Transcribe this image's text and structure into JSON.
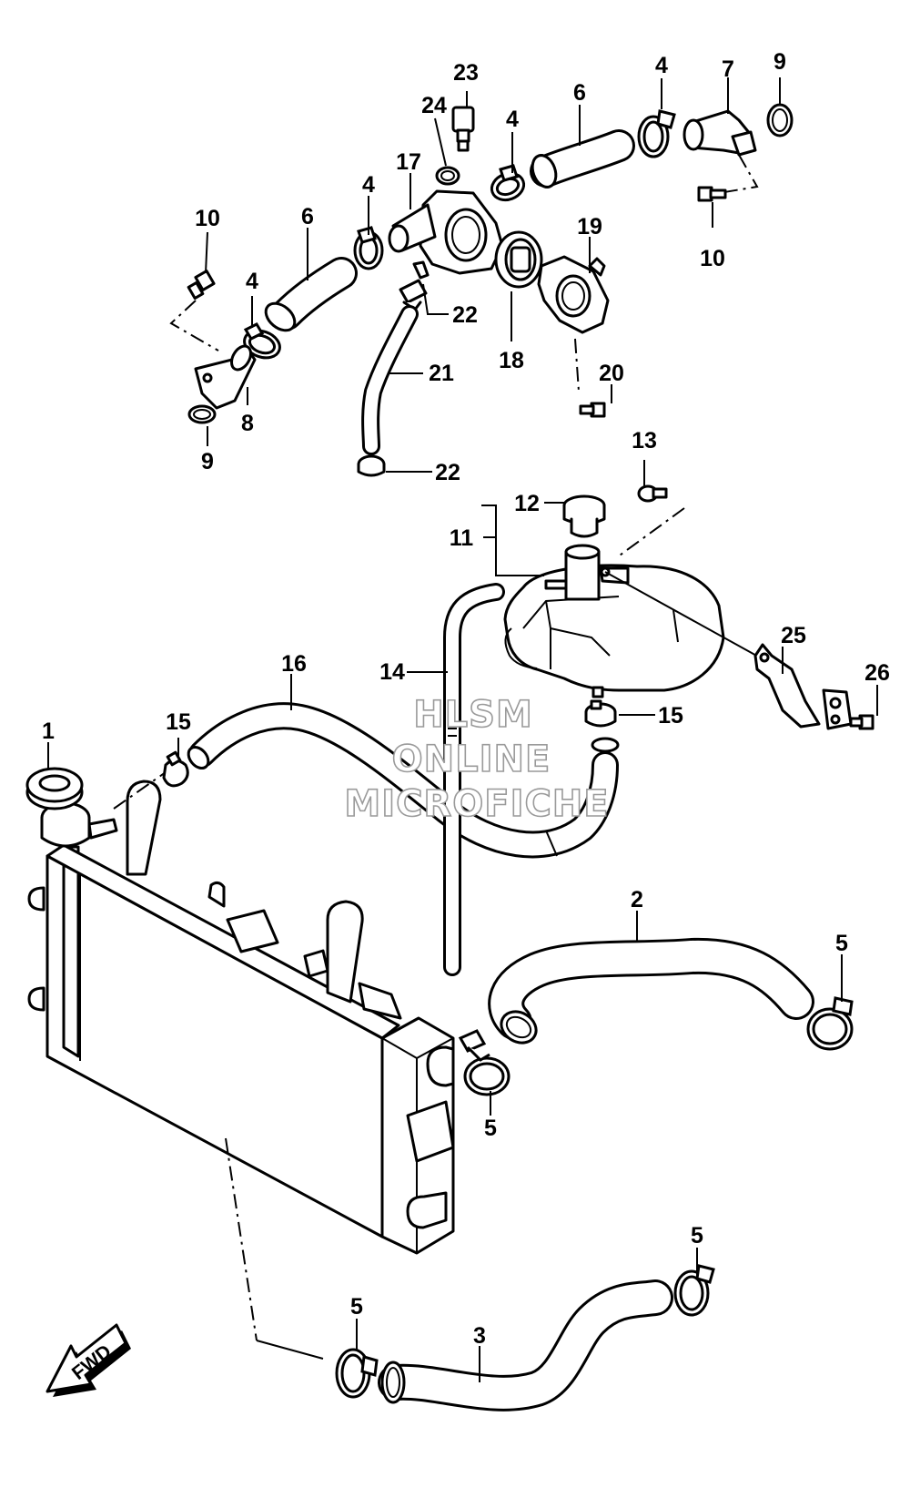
{
  "watermark": {
    "line1": "HLSM",
    "line2": "ONLINE",
    "line3": "MICROFICHE"
  },
  "fwd_arrow": {
    "label": "FWD"
  },
  "callouts": [
    {
      "id": "c1",
      "text": "1"
    },
    {
      "id": "c2",
      "text": "2"
    },
    {
      "id": "c3",
      "text": "3"
    },
    {
      "id": "c4a",
      "text": "4"
    },
    {
      "id": "c4b",
      "text": "4"
    },
    {
      "id": "c4c",
      "text": "4"
    },
    {
      "id": "c4d",
      "text": "4"
    },
    {
      "id": "c5a",
      "text": "5"
    },
    {
      "id": "c5b",
      "text": "5"
    },
    {
      "id": "c5c",
      "text": "5"
    },
    {
      "id": "c5d",
      "text": "5"
    },
    {
      "id": "c6a",
      "text": "6"
    },
    {
      "id": "c6b",
      "text": "6"
    },
    {
      "id": "c7",
      "text": "7"
    },
    {
      "id": "c8",
      "text": "8"
    },
    {
      "id": "c9a",
      "text": "9"
    },
    {
      "id": "c9b",
      "text": "9"
    },
    {
      "id": "c10a",
      "text": "10"
    },
    {
      "id": "c10b",
      "text": "10"
    },
    {
      "id": "c11",
      "text": "11"
    },
    {
      "id": "c12",
      "text": "12"
    },
    {
      "id": "c13",
      "text": "13"
    },
    {
      "id": "c14",
      "text": "14"
    },
    {
      "id": "c15a",
      "text": "15"
    },
    {
      "id": "c15b",
      "text": "15"
    },
    {
      "id": "c16",
      "text": "16"
    },
    {
      "id": "c17",
      "text": "17"
    },
    {
      "id": "c18",
      "text": "18"
    },
    {
      "id": "c19",
      "text": "19"
    },
    {
      "id": "c20",
      "text": "20"
    },
    {
      "id": "c21",
      "text": "21"
    },
    {
      "id": "c22a",
      "text": "22"
    },
    {
      "id": "c22b",
      "text": "22"
    },
    {
      "id": "c23",
      "text": "23"
    },
    {
      "id": "c24",
      "text": "24"
    },
    {
      "id": "c25",
      "text": "25"
    },
    {
      "id": "c26",
      "text": "26"
    }
  ]
}
